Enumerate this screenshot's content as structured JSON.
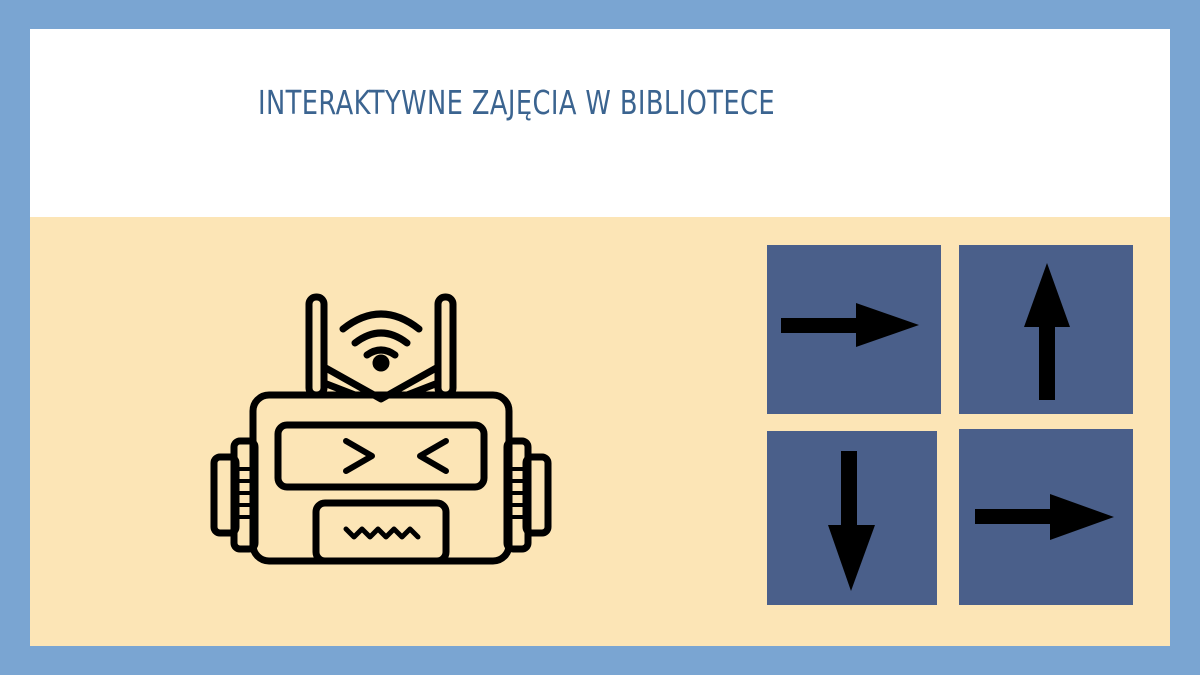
{
  "slide": {
    "title": "INTERAKTYWNE ZAJĘCIA W BIBLIOTECE"
  },
  "colors": {
    "frame": "#7aa5d2",
    "header_bg": "#ffffff",
    "content_bg": "#fce5b6",
    "title_text": "#3b6490",
    "tile_bg": "#4a5f8a",
    "arrow": "#000000"
  },
  "illustration": {
    "icon": "robot-icon"
  },
  "arrow_tiles": [
    {
      "direction": "right",
      "icon": "arrow-right-icon"
    },
    {
      "direction": "up",
      "icon": "arrow-up-icon"
    },
    {
      "direction": "down",
      "icon": "arrow-down-icon"
    },
    {
      "direction": "right",
      "icon": "arrow-right-icon"
    }
  ]
}
